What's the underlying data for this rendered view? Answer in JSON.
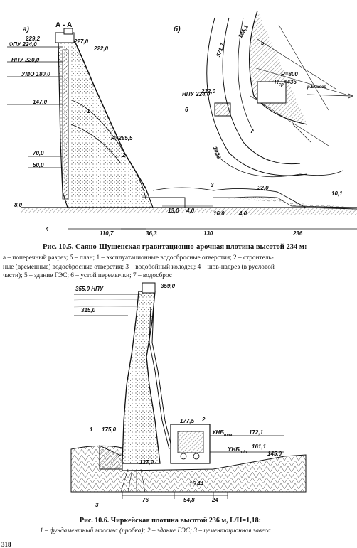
{
  "fig1": {
    "panel_a": "а)",
    "section": "А - А",
    "panel_b": "б)",
    "levels": {
      "crest": "229,2",
      "fpu": "ФПУ 224,0",
      "npu": "НПУ 220,0",
      "umo": "УМО 180,0",
      "l227": "227,0",
      "l222": "222,0",
      "l147": "147,0",
      "l70": "70,0",
      "l50": "50,0",
      "l8": "8,0",
      "l220tail": "22,0",
      "l101": "10,1",
      "l4": "4,0",
      "l13": "13,0",
      "l16": "16,0",
      "l40": "4,0",
      "npu_plan": "НПУ 224,0",
      "l22plan": "222,0",
      "r800": "R=800",
      "r436": "R",
      "r436sub": "ср",
      "r436val": "=436",
      "r2855": "R=285,5",
      "arrow": "р.Енисей"
    },
    "dims": {
      "d1107": "110,7",
      "d363": "36,3",
      "d130": "130",
      "d236": "236",
      "plan1": "571,7",
      "plan2": "146,1",
      "plan3": "1026"
    },
    "nums": [
      "1",
      "2",
      "3",
      "4",
      "5",
      "6",
      "7"
    ]
  },
  "caption1": {
    "title": "Рис. 10.5. Саяно-Шушенская гравитационно-арочная плотина высотой 234 м:",
    "line1": "а – поперечный разрез; б – план; 1 – эксплуатационные водосбросные отверстия; 2 – строитель-",
    "line2": "ные (временные) водосбросные отверстия; 3 – водобойный колодец; 4 – шов-надрез (в русловой",
    "line3": "части); 5 – здание ГЭС; 6 – устой перемычки; 7 – водосброс"
  },
  "fig2": {
    "npu": "355,0 НПУ",
    "crest": "359,0",
    "l315": "315,0",
    "l175": "175,0",
    "l1775": "177,5",
    "ynb_max": "УНБ",
    "ynb_max_sub": "max",
    "l1721": "172,1",
    "ynb_min": "УНБ",
    "ynb_min_sub": "min",
    "l1611": "161,1",
    "l1450": "145,0",
    "l1270": "127,0",
    "d76": "76",
    "d548": "54,8",
    "d24": "24",
    "d1644": "16,44",
    "n1": "1",
    "n2": "2",
    "n3": "3"
  },
  "caption2": {
    "title": "Рис. 10.6. Чиркейская плотина высотой 236 м, L/H=1,18:",
    "line1": "1 – фундаментный массива (пробка); 2 – здание ГЭС; 3 – цементационная завеса"
  },
  "page_number": "318"
}
